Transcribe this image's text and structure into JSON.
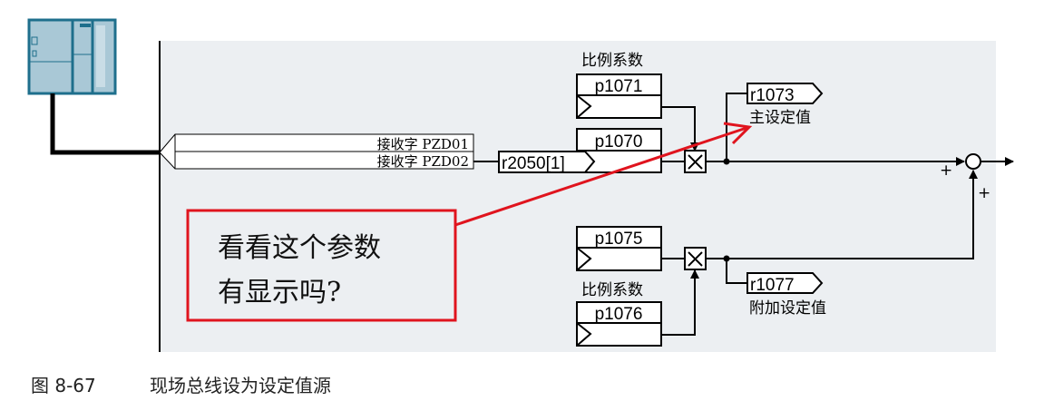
{
  "receive_words": [
    "接收字 PZD01",
    "接收字 PZD02"
  ],
  "r2050": "r2050[1]",
  "upper": {
    "scale_label": "比例系数",
    "scale_param": "p1071",
    "setpoint_param": "p1070",
    "output_param": "r1073",
    "output_label": "主设定值"
  },
  "lower": {
    "setpoint_param": "p1075",
    "scale_label": "比例系数",
    "scale_param": "p1076",
    "output_param": "r1077",
    "output_label": "附加设定值"
  },
  "sum_signs": [
    "+",
    "+"
  ],
  "annotation": {
    "line1": "看看这个参数",
    "line2": "有显示吗?"
  },
  "caption": {
    "figure": "图 8-67",
    "title": "现场总线设为设定值源"
  },
  "colors": {
    "panel": "#eceff2",
    "device": "#1e6f8c",
    "device_fill": "#a9c8d6",
    "annotation": "#e0141e"
  }
}
